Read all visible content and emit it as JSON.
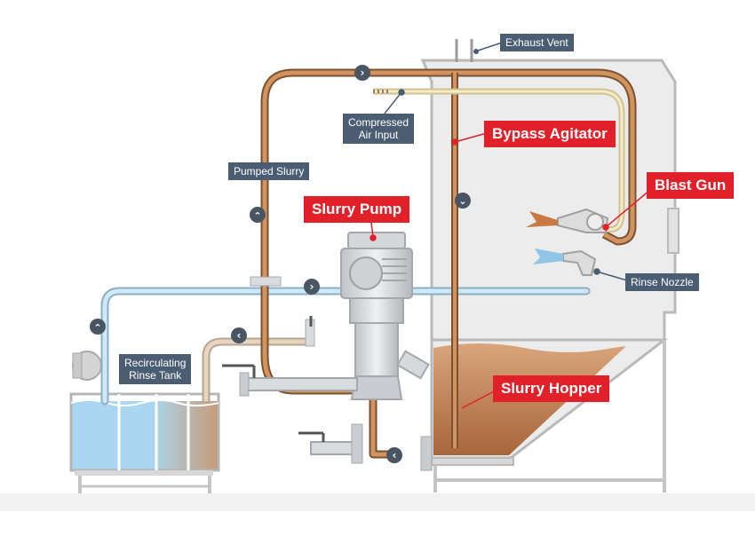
{
  "labels": {
    "exhaust_vent": "Exhaust Vent",
    "compressed_air": "Compressed\nAir Input",
    "pumped_slurry": "Pumped Slurry",
    "recirculating_tank": "Recirculating\nRinse Tank",
    "rinse_nozzle": "Rinse Nozzle",
    "bypass_agitator": "Bypass Agitator",
    "slurry_pump": "Slurry Pump",
    "blast_gun": "Blast Gun",
    "slurry_hopper": "Slurry Hopper"
  },
  "flow_arrows": {
    "top": "›",
    "right": "›",
    "left": "‹",
    "up": "⌃",
    "down": "⌄"
  },
  "colors": {
    "label_dark": "#4a5d72",
    "label_red": "#e2202a",
    "slurry_pipe": "#c8834a",
    "rinse_pipe": "#a9d3ee",
    "air_pipe": "#e8dcaa",
    "cabinet": "#ececec",
    "slurry": "#b9784a",
    "rinse_water": "#9dcbe8"
  }
}
